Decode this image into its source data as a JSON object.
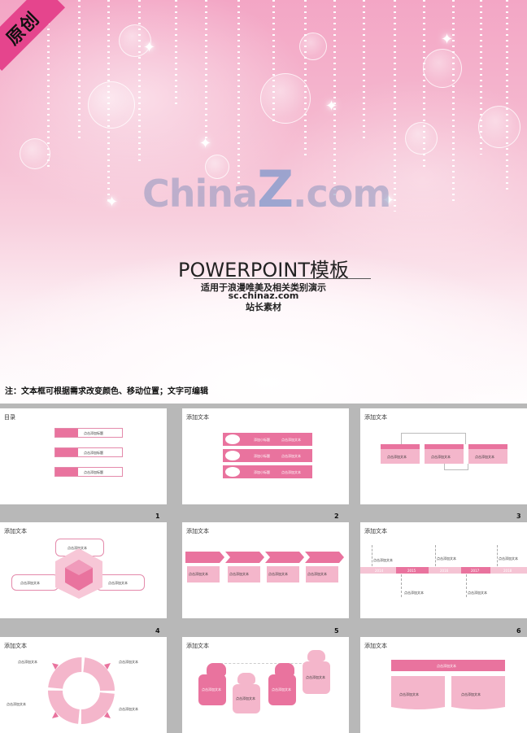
{
  "cover": {
    "badge": "原创",
    "watermark_main": "China",
    "watermark_z": "Z",
    "watermark_tail": ".com",
    "title": "POWERPOINT模板",
    "subtitle": "适用于浪漫唯美及相关类别演示",
    "url": "sc.chinaz.com",
    "source": "站长素材",
    "note": "注：文本框可根据需求改变颜色、移动位置；文字可编辑"
  },
  "slides": [
    {
      "title": "目录",
      "items": [
        "点击添加标题",
        "点击添加标题",
        "点击添加标题"
      ]
    },
    {
      "title": "添加文本",
      "rows": [
        {
          "left": "添加小标题",
          "right": "点击添加文本"
        },
        {
          "left": "添加小标题",
          "right": "点击添加文本"
        },
        {
          "left": "添加小标题",
          "right": "点击添加文本"
        }
      ]
    },
    {
      "title": "添加文本",
      "boxes": [
        "点击添加文本",
        "点击添加文本",
        "点击添加文本"
      ]
    },
    {
      "title": "添加文本",
      "labels": [
        "点击添加文本",
        "点击添加文本",
        "点击添加文本"
      ]
    },
    {
      "title": "添加文本",
      "boxes": [
        "点击添加文本",
        "点击添加文本",
        "点击添加文本",
        "点击添加文本"
      ]
    },
    {
      "title": "添加文本",
      "years": [
        "2014",
        "2015",
        "2016",
        "2017",
        "2018"
      ],
      "labels": [
        "点击添加文本",
        "点击添加文本",
        "点击添加文本",
        "点击添加文本",
        "点击添加文本"
      ]
    },
    {
      "title": "添加文本",
      "labels": [
        "点击添加文本",
        "点击添加文本",
        "点击添加文本",
        "点击添加文本"
      ]
    },
    {
      "title": "添加文本",
      "labels": [
        "点击添加文本",
        "点击添加文本",
        "点击添加文本",
        "点击添加文本"
      ]
    },
    {
      "title": "添加文本",
      "labels": [
        "点击添加文本",
        "点击添加文本",
        "点击添加文本"
      ]
    }
  ],
  "page_numbers": [
    "1",
    "2",
    "3",
    "4",
    "5",
    "6"
  ],
  "colors": {
    "accent": "#e9739e",
    "light": "#f4b6cb",
    "ribbon": "#e5458d",
    "background": "#b8b8b8"
  }
}
